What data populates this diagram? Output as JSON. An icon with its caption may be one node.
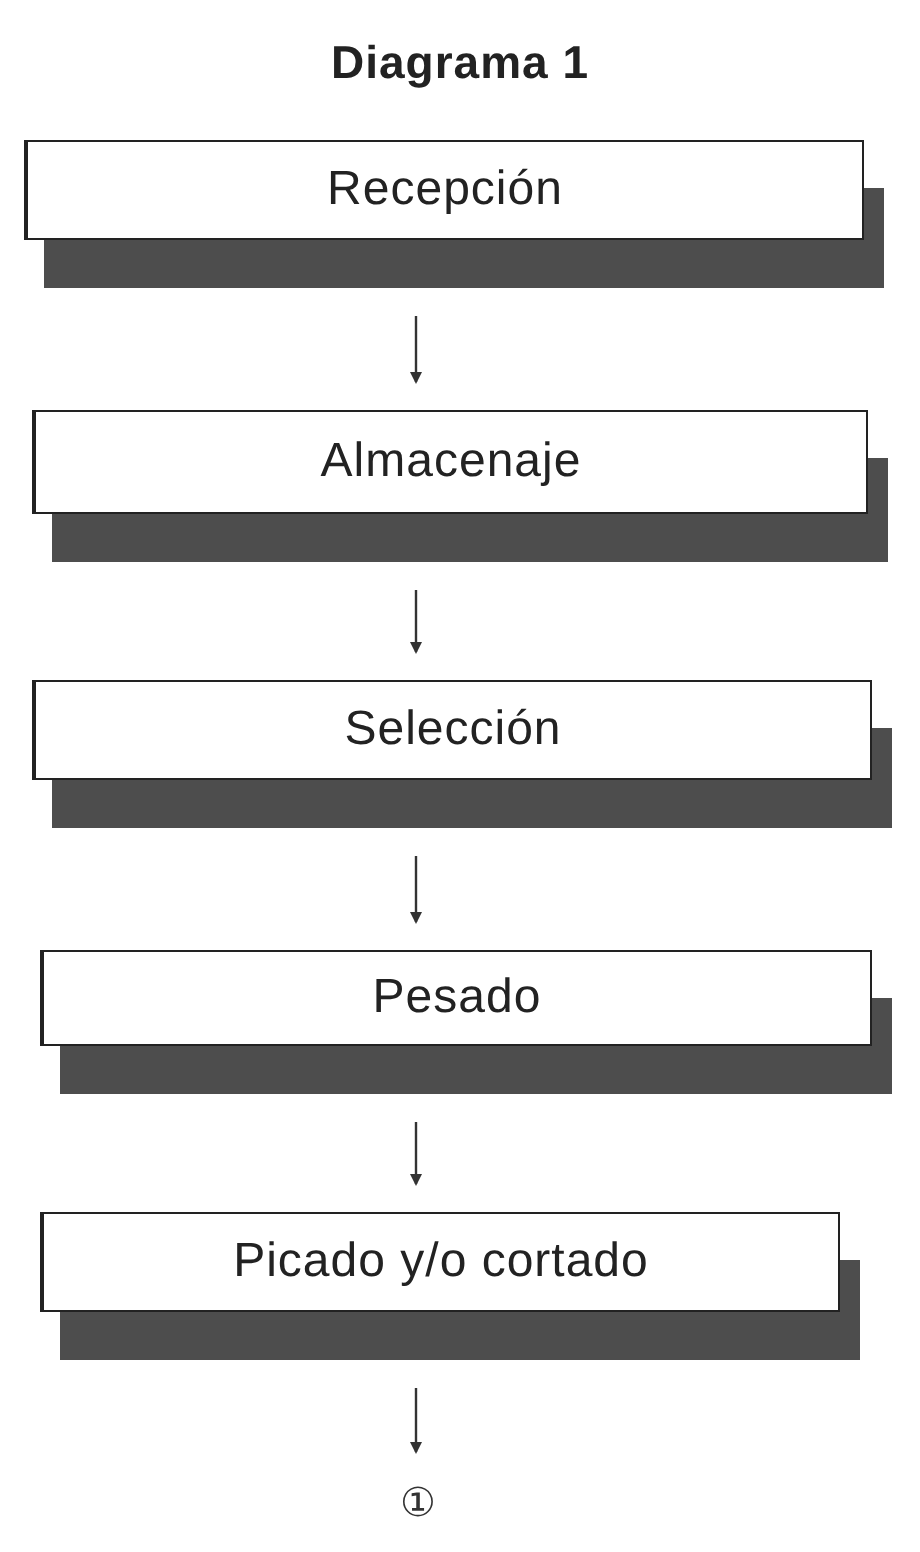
{
  "diagram": {
    "title": "Diagrama 1",
    "nodes": [
      {
        "text": [
          "Recepción"
        ]
      },
      {
        "text": [
          "Almacenaje"
        ]
      },
      {
        "text": [
          "Selección"
        ]
      },
      {
        "text": [
          "Pesado"
        ]
      },
      {
        "text": [
          "Picado y/o cortado"
        ]
      },
      {
        "text": [
          "①"
        ]
      }
    ],
    "edges": [
      {
        "from": 0,
        "to": 1,
        "arrow": "to"
      },
      {
        "from": 1,
        "to": 2,
        "arrow": "to"
      },
      {
        "from": 2,
        "to": 3,
        "arrow": "to"
      },
      {
        "from": 3,
        "to": 4,
        "arrow": "to"
      },
      {
        "from": 4,
        "to": 5,
        "arrow": "to"
      }
    ]
  }
}
